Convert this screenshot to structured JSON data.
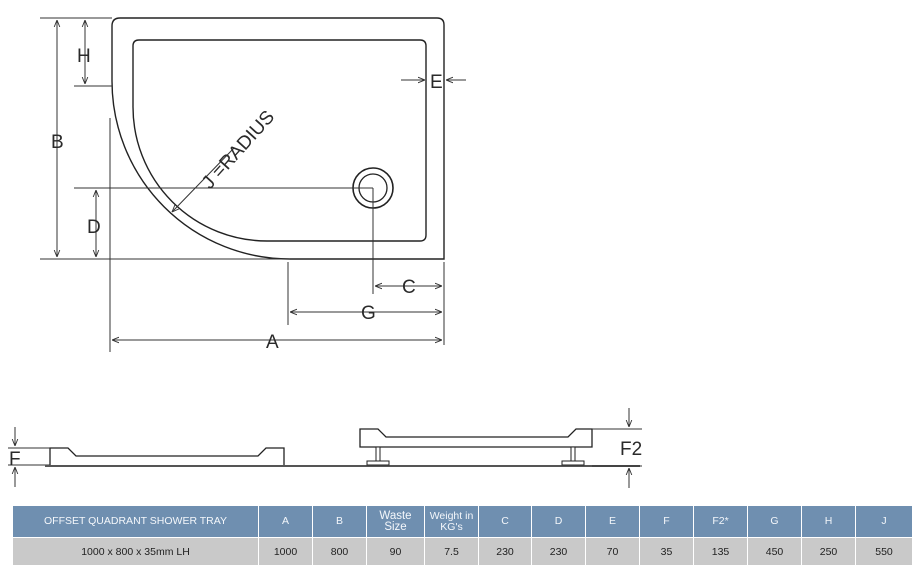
{
  "plan": {
    "labels": {
      "h": "H",
      "b": "B",
      "d": "D",
      "e": "E",
      "j": "J =RADIUS",
      "c": "C",
      "g": "G",
      "a": "A"
    }
  },
  "elevation": {
    "labels": {
      "f": "F",
      "f2": "F2"
    }
  },
  "table": {
    "header": [
      "OFFSET QUADRANT SHOWER TRAY",
      "A",
      "B",
      "Waste Size",
      "Weight in KG's",
      "C",
      "D",
      "E",
      "F",
      "F2*",
      "G",
      "H",
      "J"
    ],
    "rows": [
      [
        "1000 x 800 x 35mm LH",
        "1000",
        "800",
        "90",
        "7.5",
        "230",
        "230",
        "70",
        "35",
        "135",
        "450",
        "250",
        "550"
      ]
    ]
  },
  "colors": {
    "header_bg": "#6f8fb0",
    "row_bg": "#c9c9c9",
    "line": "#222222"
  }
}
